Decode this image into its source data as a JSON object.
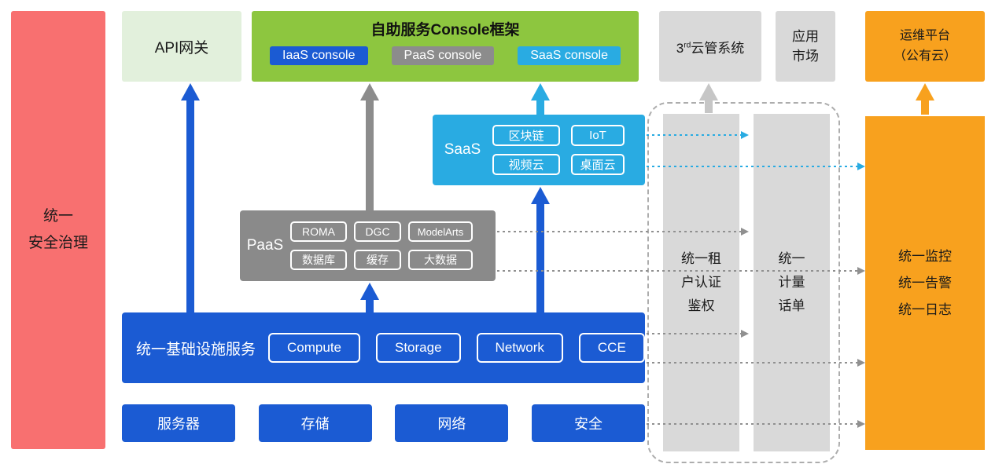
{
  "colors": {
    "security_red": "#F87070",
    "api_light_green": "#E2F0DC",
    "console_green": "#8DC63F",
    "primary_blue": "#1B5BD3",
    "paas_gray": "#8A8A8A",
    "light_gray": "#D9D9D9",
    "saas_cyan": "#29ABE2",
    "om_orange": "#F8A11E"
  },
  "security": {
    "label": "统一\n安全治理"
  },
  "api_gateway": {
    "label": "API网关"
  },
  "console": {
    "title": "自助服务Console框架",
    "items": [
      {
        "label": "IaaS console"
      },
      {
        "label": "PaaS console"
      },
      {
        "label": "SaaS console"
      }
    ]
  },
  "third_party": {
    "prefix": "3",
    "sup": "rd",
    "suffix": "云管系统"
  },
  "app_market": {
    "label": "应用\n市场"
  },
  "om_platform": {
    "label": "运维平台\n（公有云）"
  },
  "saas": {
    "label": "SaaS",
    "items": [
      "区块链",
      "IoT",
      "视频云",
      "桌面云"
    ]
  },
  "paas": {
    "label": "PaaS",
    "items": [
      "ROMA",
      "DGC",
      "ModelArts",
      "数据库",
      "缓存",
      "大数据"
    ]
  },
  "iaas": {
    "label": "统一基础设施服务",
    "items": [
      "Compute",
      "Storage",
      "Network",
      "CCE"
    ]
  },
  "hardware": {
    "items": [
      "服务器",
      "存储",
      "网络",
      "安全"
    ]
  },
  "auth": {
    "label": "统一租\n户认证\n鉴权"
  },
  "metering": {
    "label": "统一\n计量\n话单"
  },
  "monitoring": {
    "label": "统一监控\n统一告警\n统一日志"
  }
}
